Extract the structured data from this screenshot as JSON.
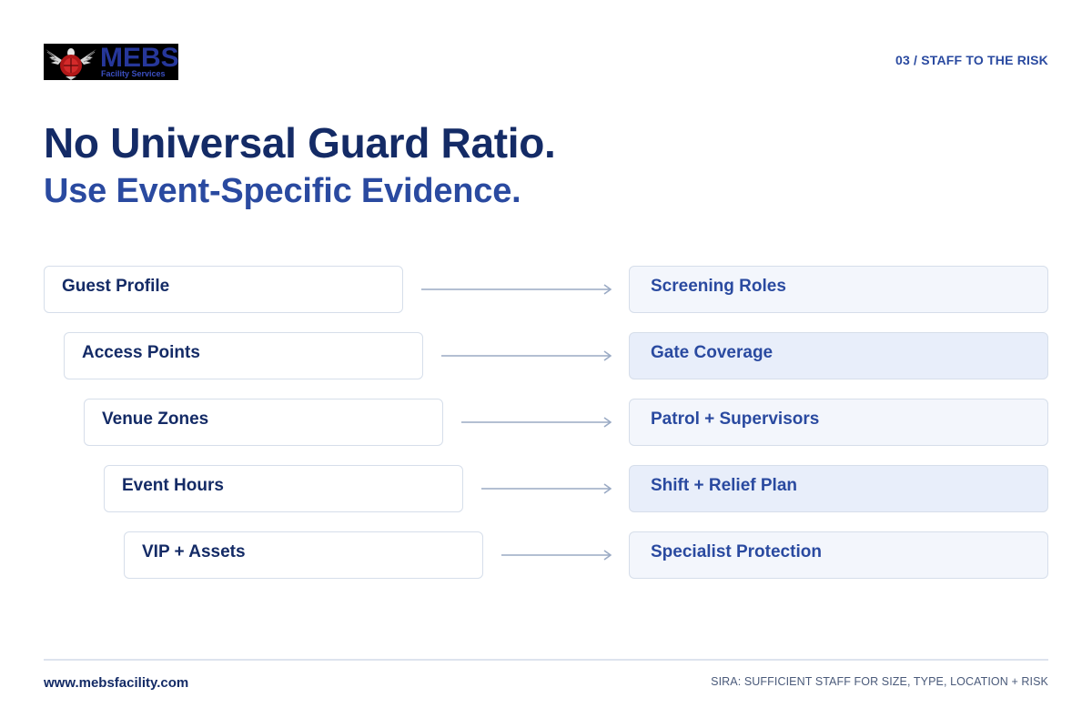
{
  "logo": {
    "wordmark": "MEBS",
    "tagline": "Facility Services"
  },
  "section_label": "03 / STAFF TO THE RISK",
  "title": "No Universal Guard Ratio.",
  "subtitle": "Use Event-Specific Evidence.",
  "flows": [
    {
      "source": "Guest Profile",
      "target": "Screening Roles",
      "target_fill": "light"
    },
    {
      "source": "Access Points",
      "target": "Gate Coverage",
      "target_fill": "tint"
    },
    {
      "source": "Venue Zones",
      "target": "Patrol + Supervisors",
      "target_fill": "light"
    },
    {
      "source": "Event Hours",
      "target": "Shift + Relief Plan",
      "target_fill": "tint"
    },
    {
      "source": "VIP + Assets",
      "target": "Specialist Protection",
      "target_fill": "light"
    }
  ],
  "footer": {
    "url": "www.mebsfacility.com",
    "note": "SIRA: SUFFICIENT STAFF FOR SIZE, TYPE, LOCATION + RISK"
  },
  "colors": {
    "navy": "#142b66",
    "accent_blue": "#2a4aa0",
    "box_border": "#d6deea",
    "arrow": "#9aaac4"
  },
  "icons": [
    "eagle-emblem-icon",
    "arrow-right-icon"
  ]
}
